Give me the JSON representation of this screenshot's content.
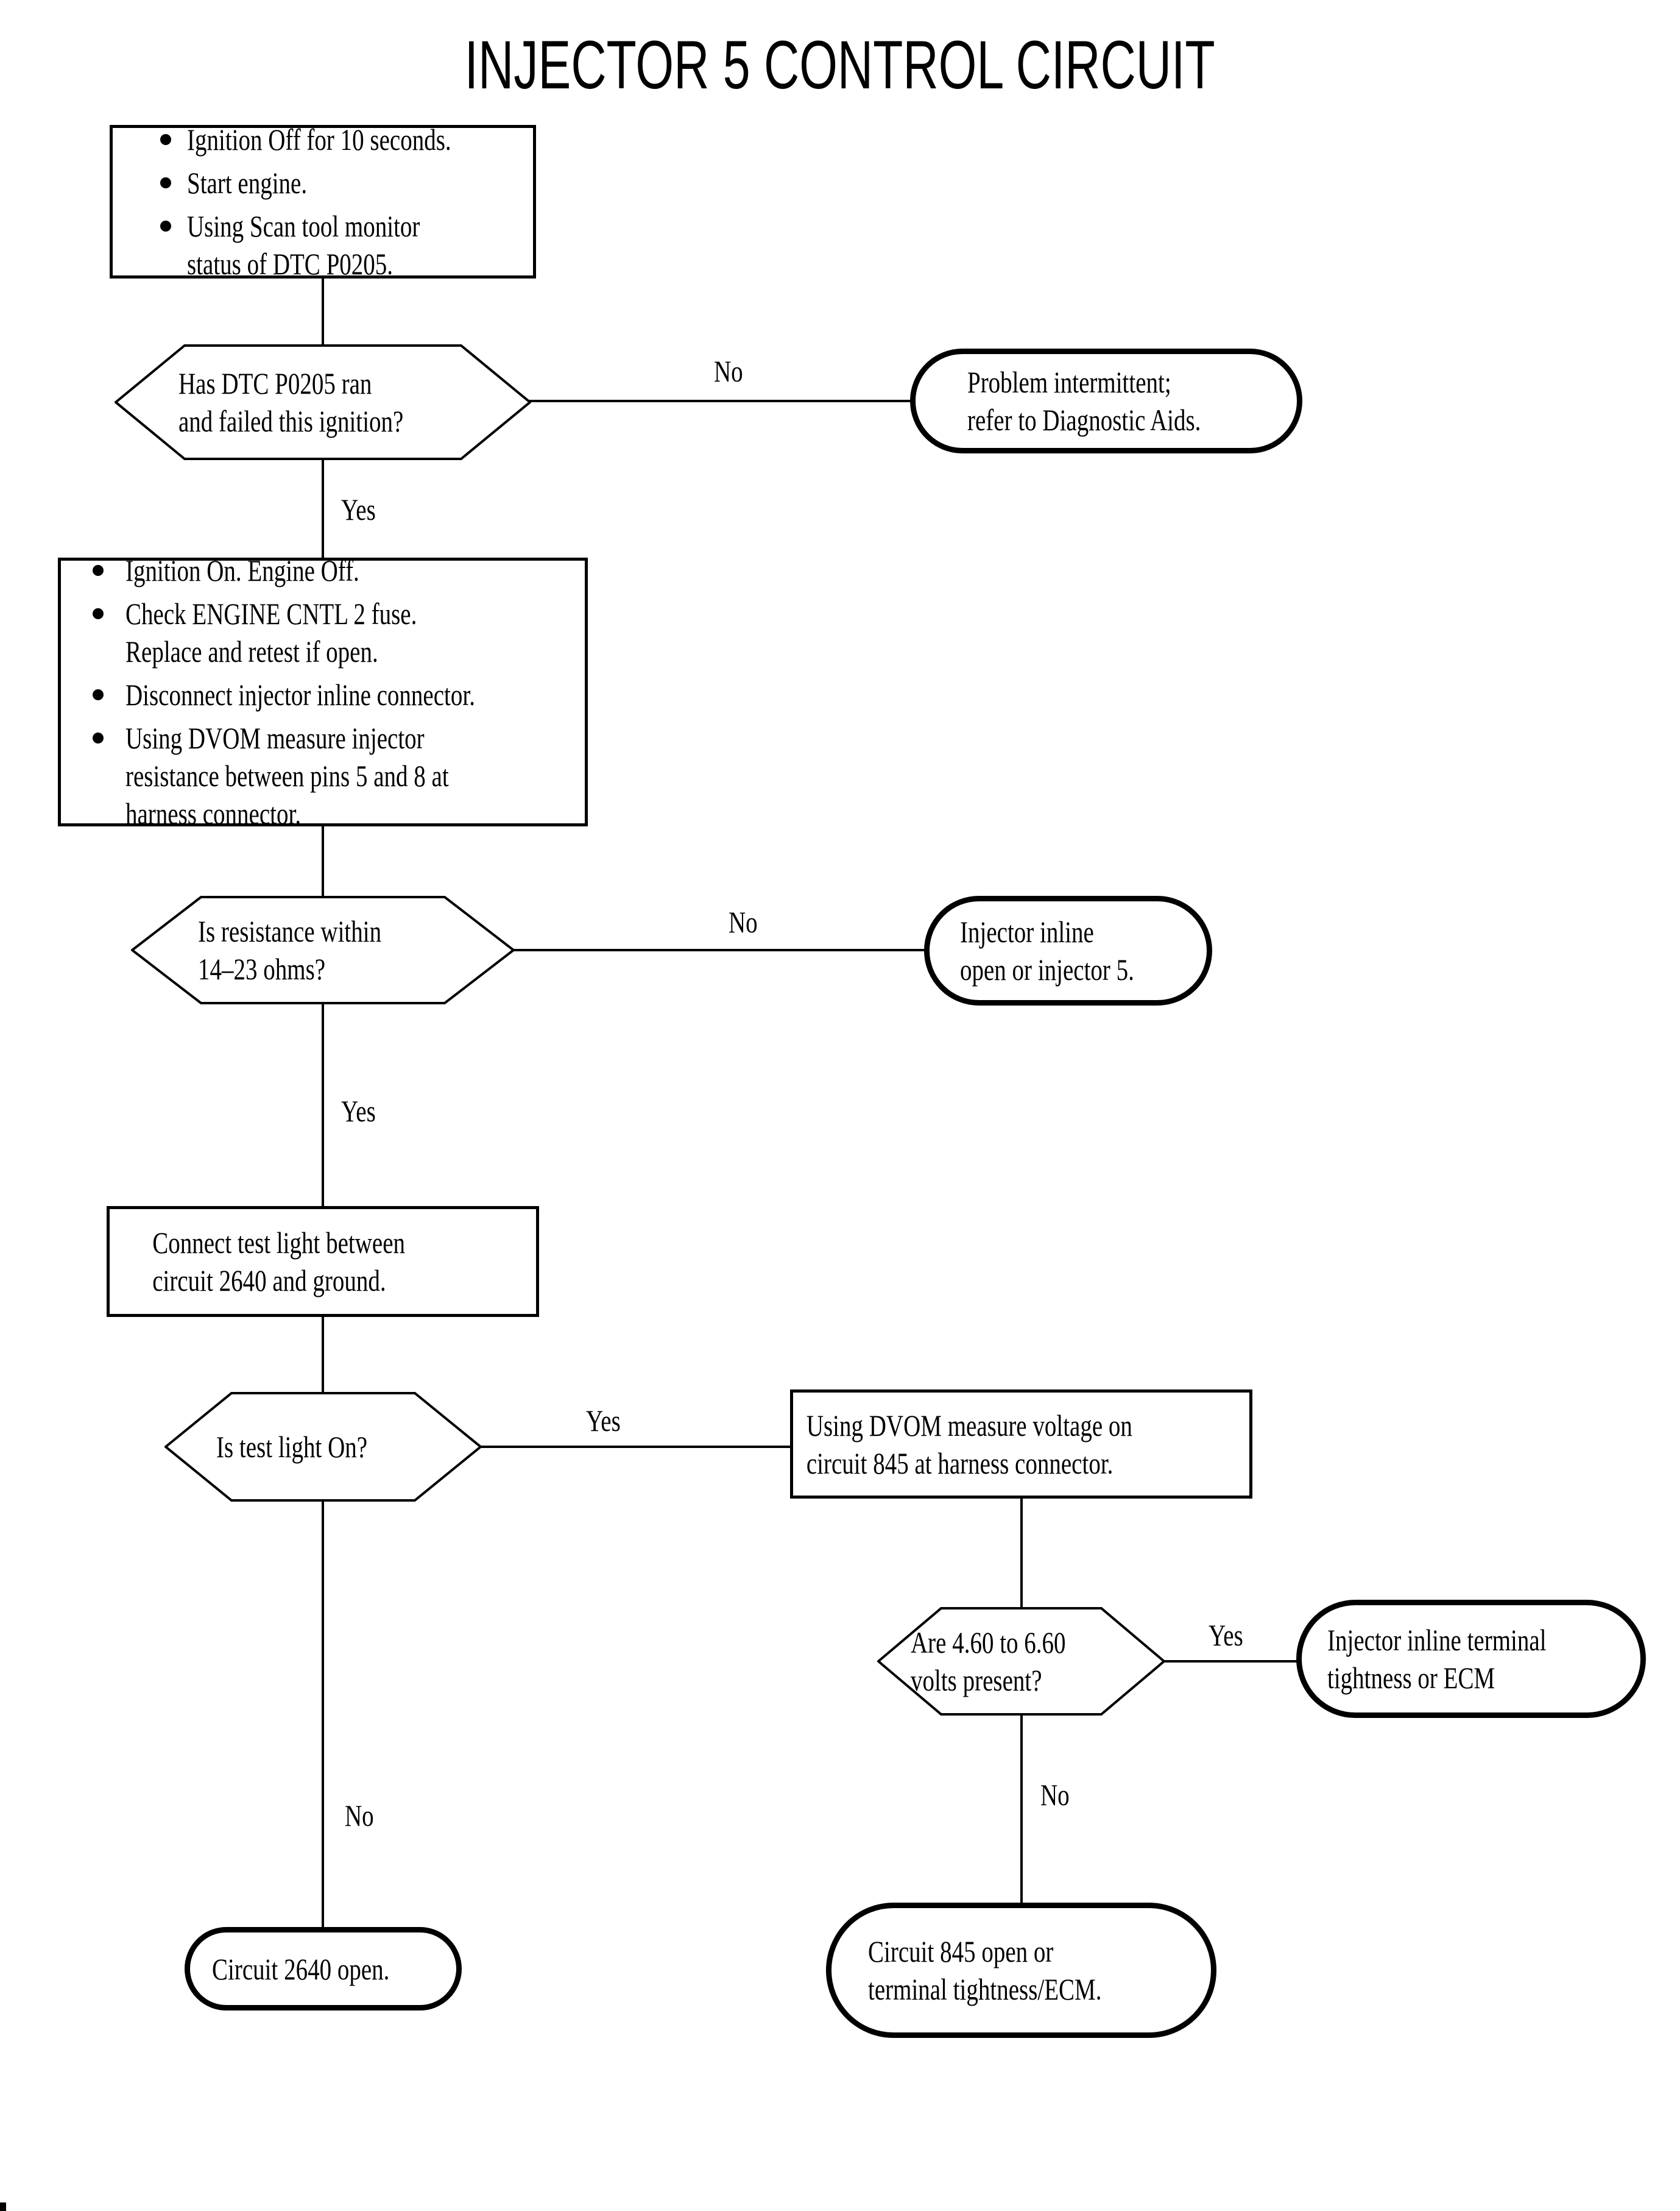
{
  "title": "INJECTOR 5 CONTROL CIRCUIT",
  "colors": {
    "ink": "#000000",
    "background": "#ffffff"
  },
  "labels": {
    "yes": "Yes",
    "no": "No"
  },
  "nodes": {
    "start": {
      "bullets": [
        [
          "Ignition Off for 10 seconds."
        ],
        [
          "Start engine."
        ],
        [
          "Using Scan tool monitor",
          "status of DTC P0205."
        ]
      ]
    },
    "q_dtc_ran": {
      "lines": [
        "Has DTC P0205 ran",
        "and failed this ignition?"
      ]
    },
    "end_intermittent": {
      "lines": [
        "Problem intermittent;",
        "refer to Diagnostic Aids."
      ]
    },
    "prep_checks": {
      "bullets": [
        [
          "Ignition On. Engine Off."
        ],
        [
          "Check ENGINE CNTL 2 fuse.",
          "Replace and retest if open."
        ],
        [
          "Disconnect injector inline connector."
        ],
        [
          "Using DVOM measure injector",
          "resistance between pins 5 and 8 at",
          "harness connector."
        ]
      ]
    },
    "q_resistance": {
      "lines": [
        "Is resistance within",
        "14–23 ohms?"
      ]
    },
    "end_injector_open": {
      "lines": [
        "Injector inline",
        "open or injector 5."
      ]
    },
    "connect_test_light": {
      "lines": [
        "Connect test light between",
        "circuit 2640 and ground."
      ]
    },
    "q_test_light": {
      "lines": [
        "Is test light On?"
      ]
    },
    "measure_845": {
      "lines": [
        "Using DVOM measure voltage on",
        "circuit 845 at harness connector."
      ]
    },
    "q_volts": {
      "lines": [
        "Are 4.60 to 6.60",
        "volts present?"
      ]
    },
    "end_terminal_ecm": {
      "lines": [
        "Injector inline terminal",
        "tightness or ECM"
      ]
    },
    "end_2640_open": {
      "lines": [
        "Circuit 2640 open."
      ]
    },
    "end_845_open": {
      "lines": [
        "Circuit 845 open or",
        "terminal tightness/ECM."
      ]
    }
  }
}
